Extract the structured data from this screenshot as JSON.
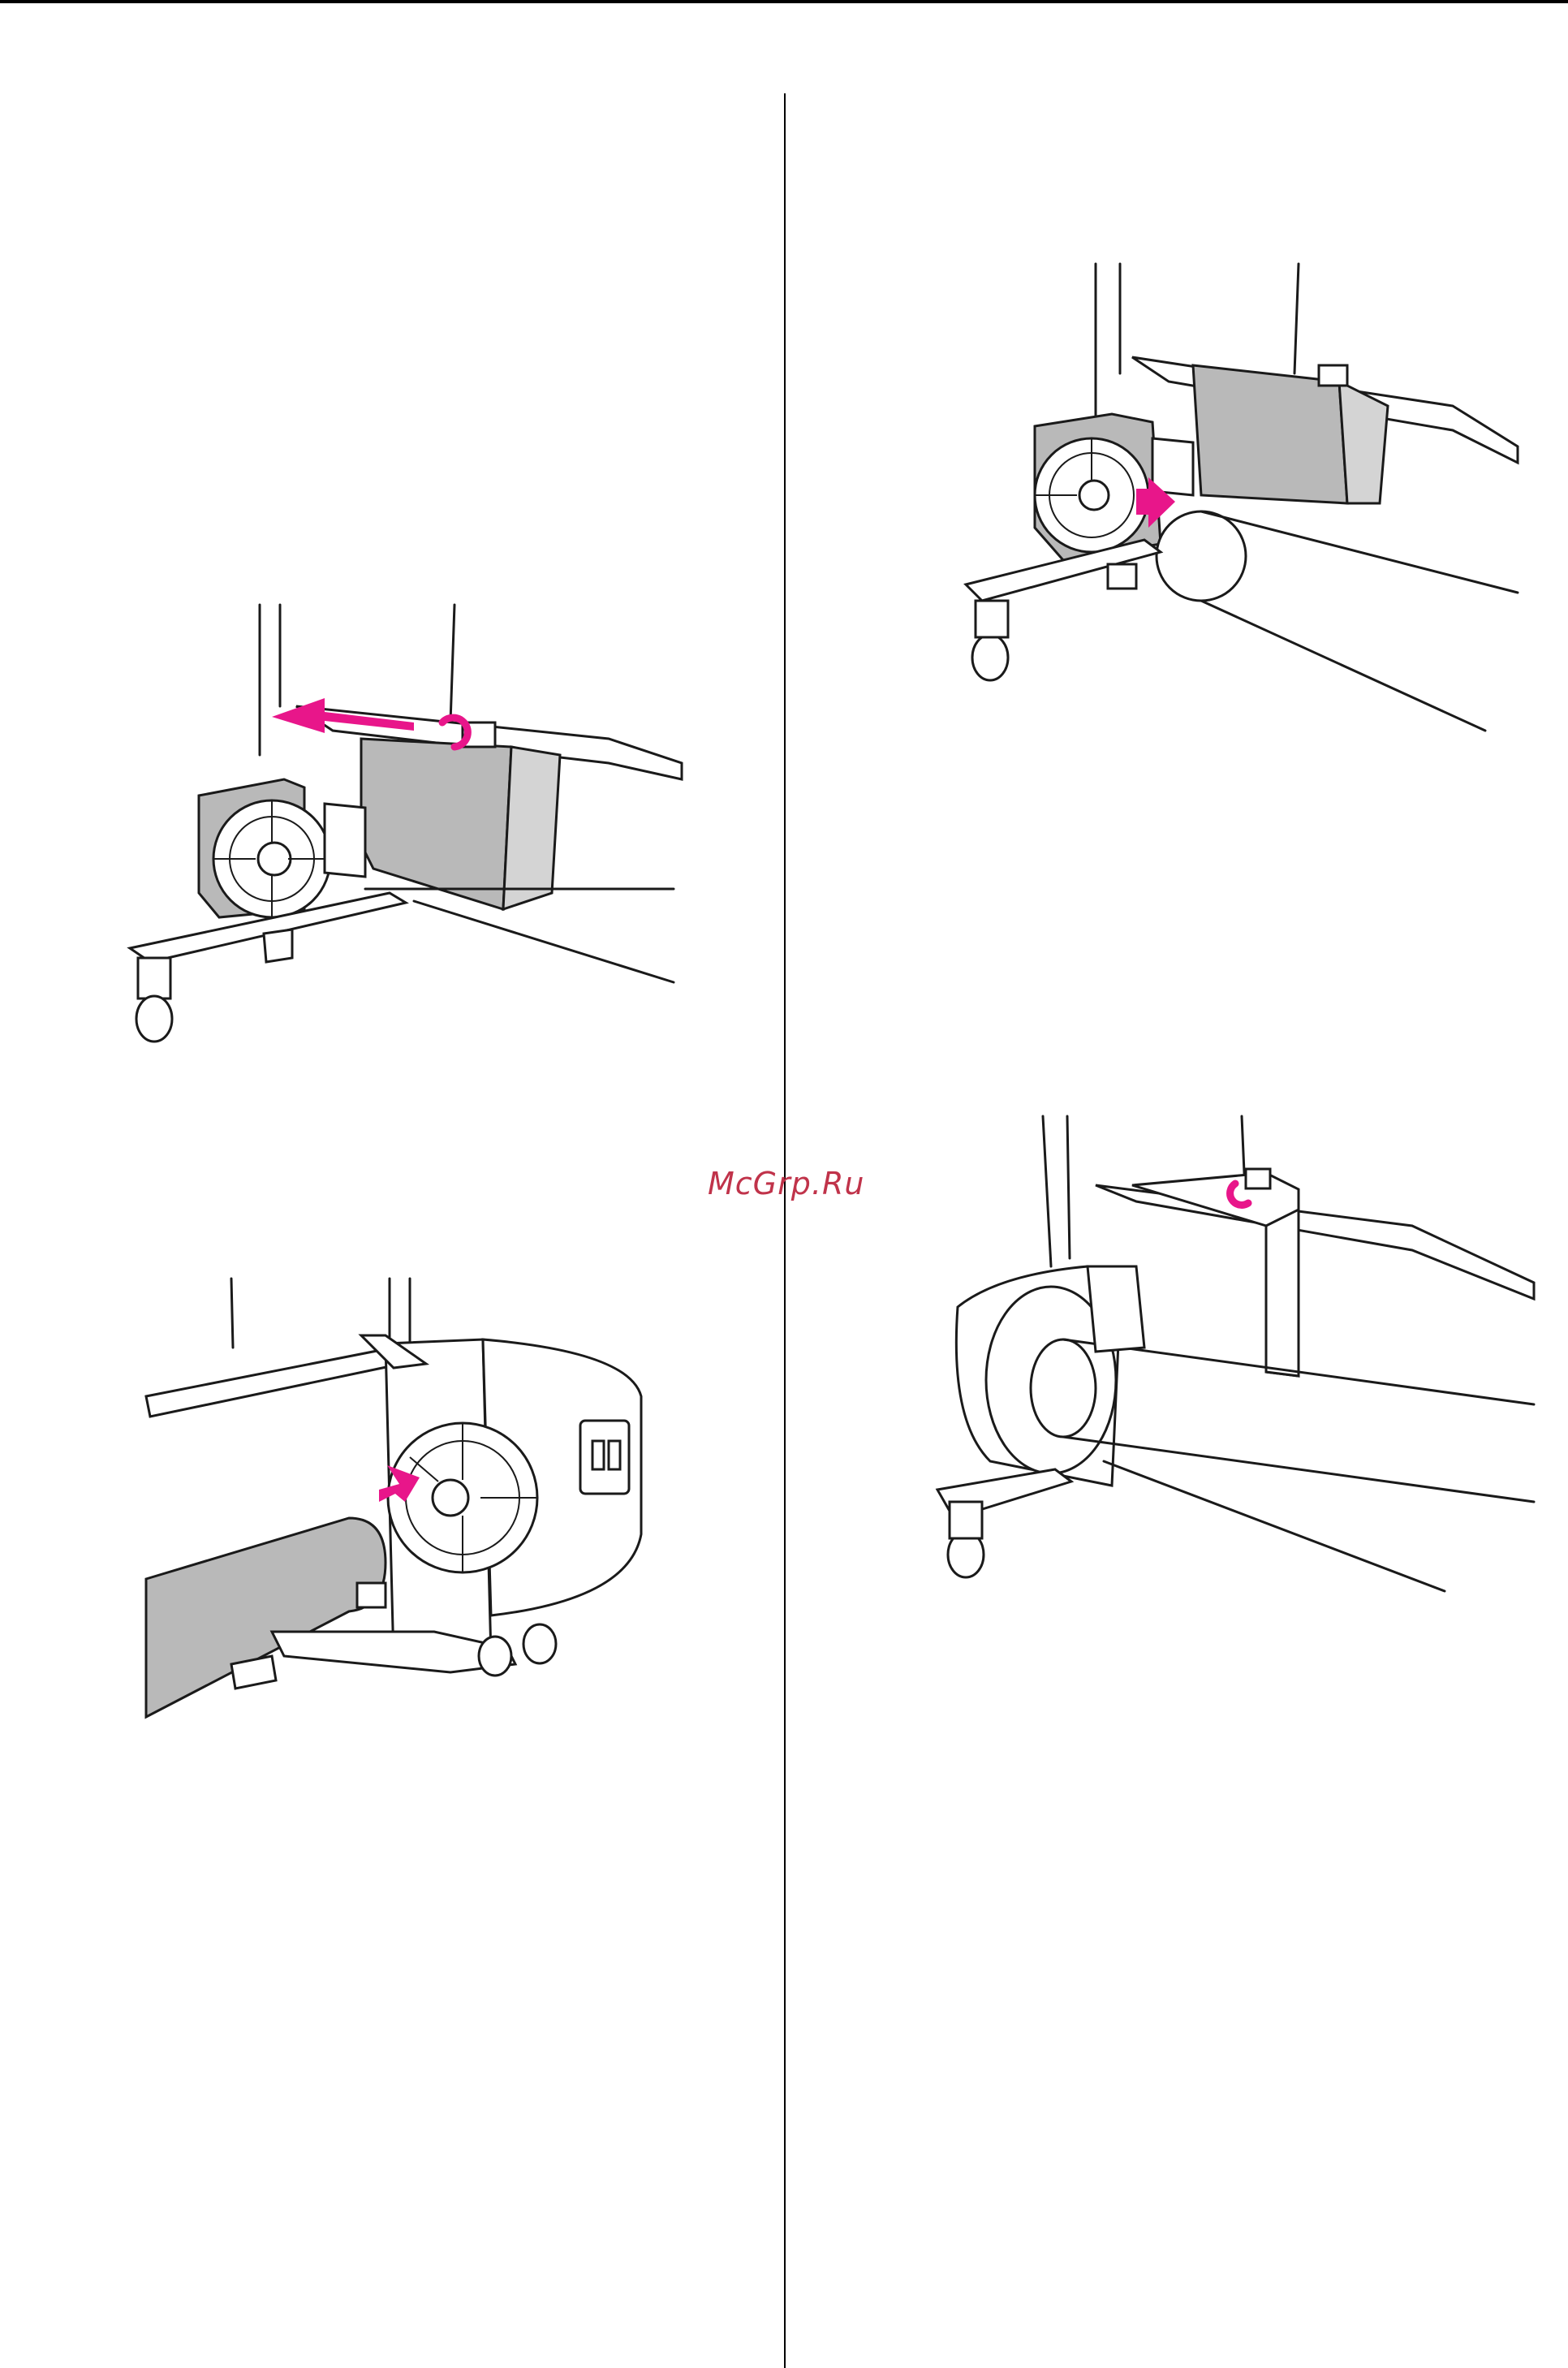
{
  "watermark": {
    "text": "McGrp.Ru"
  },
  "colors": {
    "accent": "#e8168a",
    "panel": "#b9b9b9",
    "rule": "#000000",
    "watermark": "#c0334a"
  },
  "figures": [
    {
      "id": "fig-top-left",
      "description_icon": "takeup-unit-slide-left"
    },
    {
      "id": "fig-top-right",
      "description_icon": "core-holder-push-right"
    },
    {
      "id": "fig-bottom-left",
      "description_icon": "core-insert-holder"
    },
    {
      "id": "fig-bottom-right",
      "description_icon": "knob-tighten"
    }
  ]
}
